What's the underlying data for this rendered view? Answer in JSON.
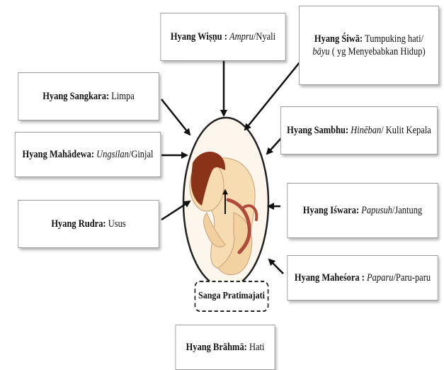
{
  "center": {
    "label": "Sanga Pratimajati",
    "image": "fetus-in-womb"
  },
  "boxes": {
    "wisnu": {
      "name": "Hyang Wiṣṇu :",
      "organ_italic": "Ampru",
      "organ_rest": "/Nyali"
    },
    "siwa": {
      "name": "Hyang Śiwā:",
      "line1_rest": "Tumpuking hati/",
      "line2_italic": "bāyu",
      "line2_rest": " ( yg Menyebabkan Hidup)"
    },
    "sangkara": {
      "name": "Hyang Sangkara:",
      "organ_rest": "Limpa"
    },
    "sambhu": {
      "name": "Hyang Sambhu:",
      "organ_italic": "Hinĕban",
      "organ_rest": "/ Kulit Kepala"
    },
    "mahadewa": {
      "name": "Hyang Mahādewa:",
      "organ_italic": "Ungsilan",
      "organ_rest": "/Ginjal"
    },
    "iswara": {
      "name": "Hyang Iśwara:",
      "organ_italic": "Papusuh",
      "organ_rest": "/Jantung"
    },
    "rudra": {
      "name": "Hyang Rudra:",
      "organ_rest": "Usus"
    },
    "mahesora": {
      "name": "Hyang  Maheśora :",
      "organ_italic": "Paparu",
      "organ_rest": "/Paru-paru"
    },
    "brahma": {
      "name": "Hyang  Brāhmā:",
      "organ_rest": "Hati"
    }
  },
  "colors": {
    "skin": "#f6dcb0",
    "hair": "#8a3318",
    "cord": "#b04a3a",
    "womb_border": "#222222"
  }
}
